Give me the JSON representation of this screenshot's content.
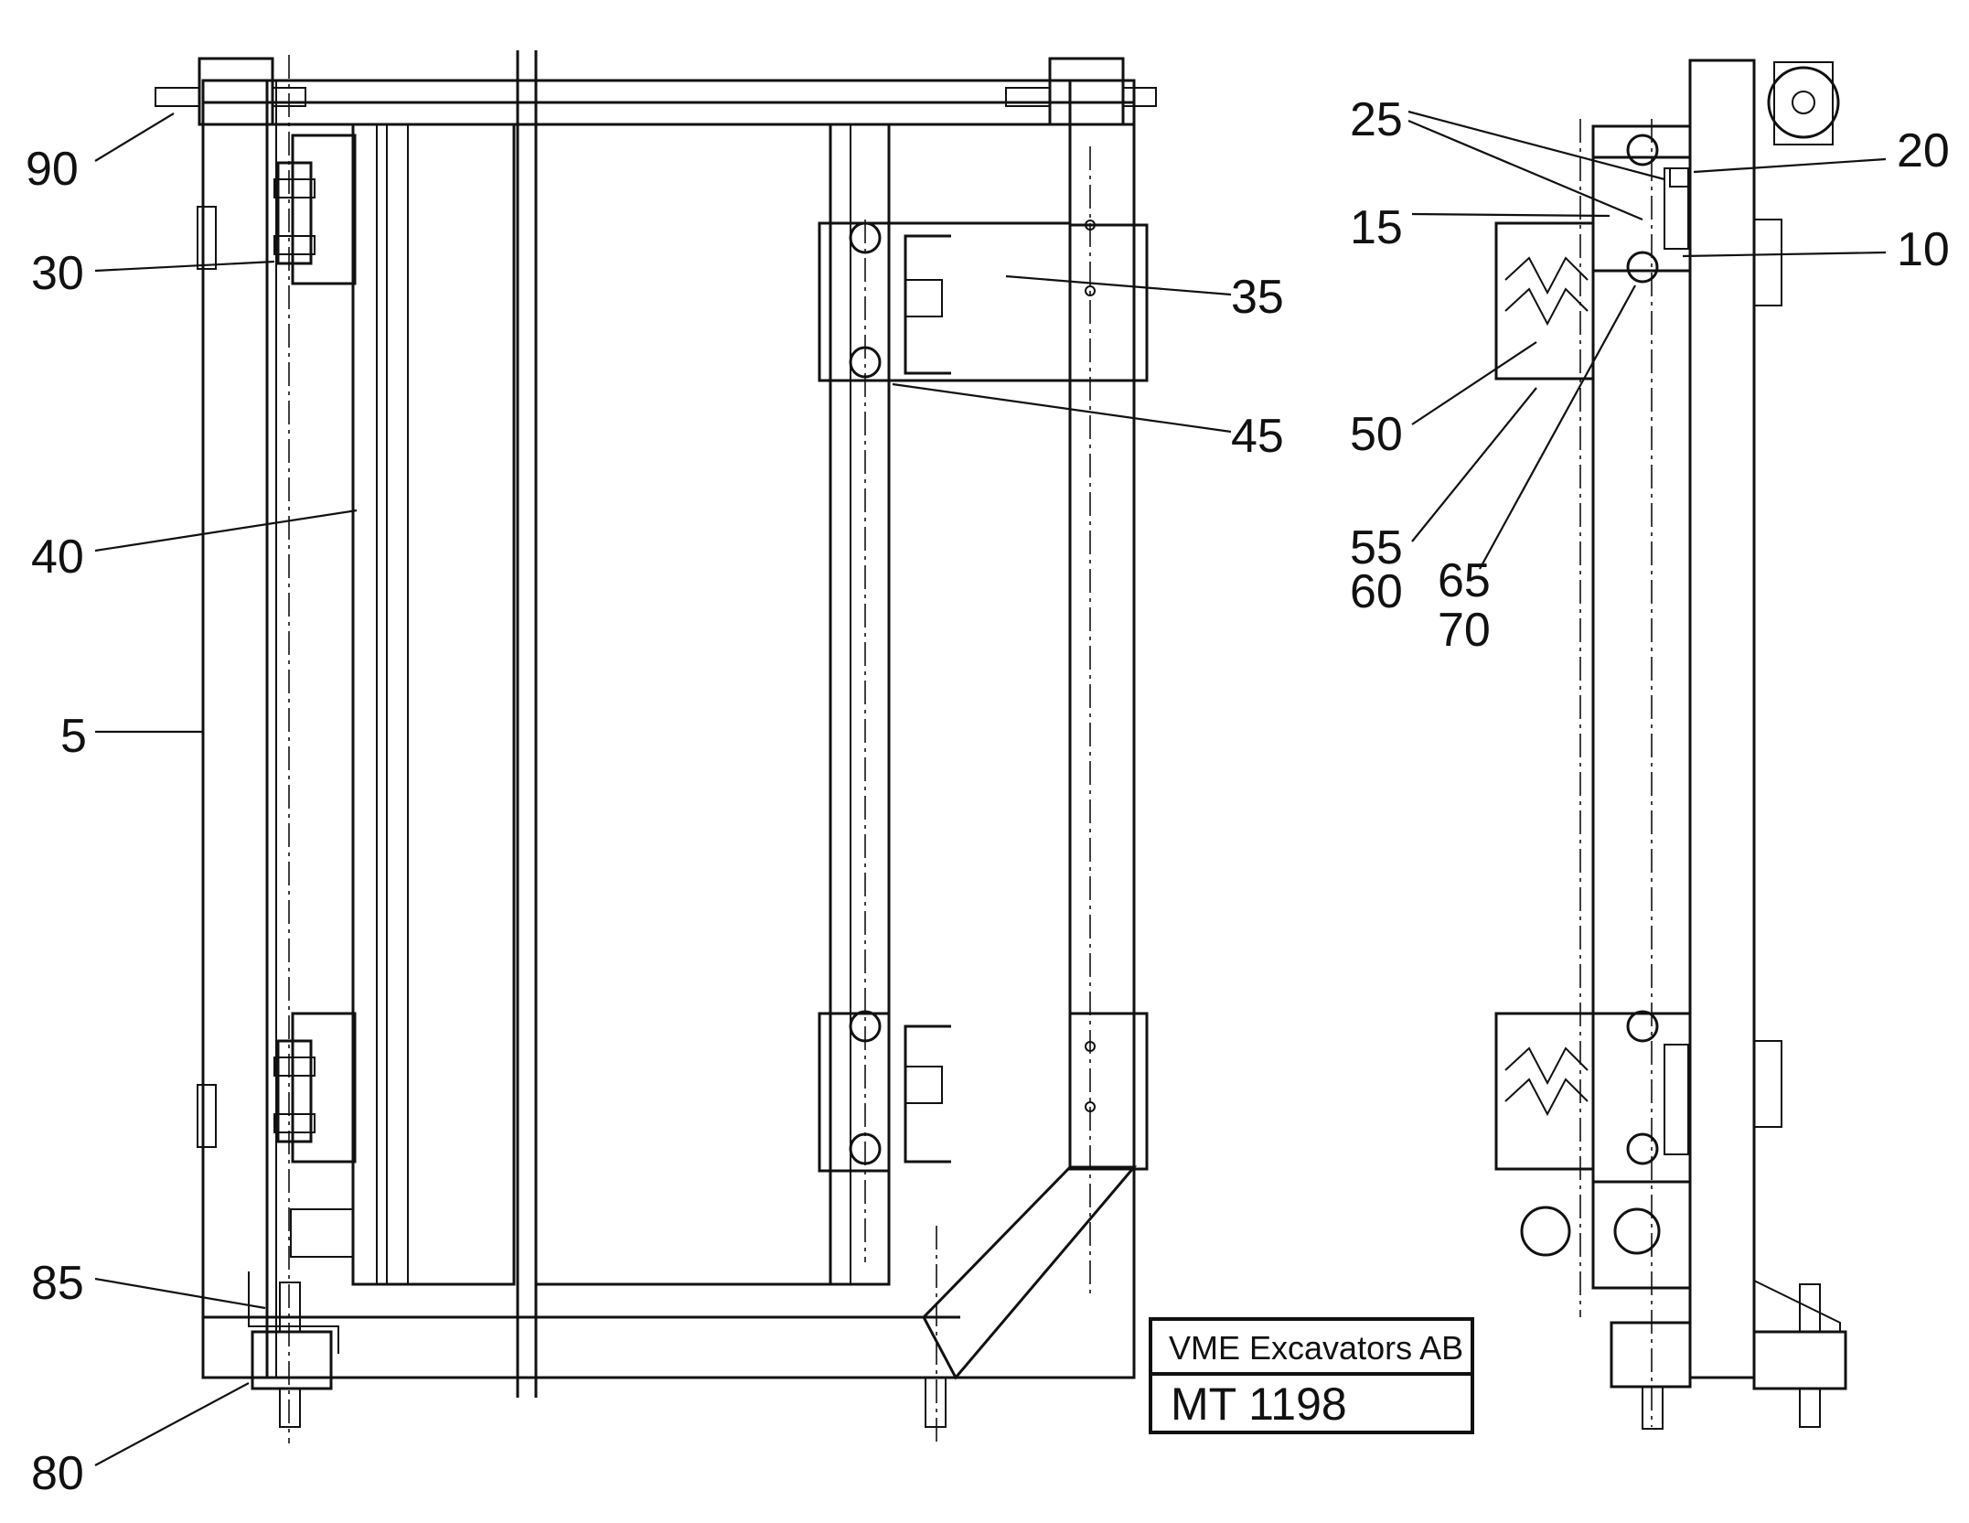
{
  "title_block": {
    "company": "VME Excavators AB",
    "drawing_number": "MT 1198"
  },
  "part_labels": [
    {
      "id": "p90",
      "text": "90"
    },
    {
      "id": "p30",
      "text": "30"
    },
    {
      "id": "p40",
      "text": "40"
    },
    {
      "id": "p5",
      "text": "5"
    },
    {
      "id": "p85",
      "text": "85"
    },
    {
      "id": "p80",
      "text": "80"
    },
    {
      "id": "p35",
      "text": "35"
    },
    {
      "id": "p45",
      "text": "45"
    },
    {
      "id": "p25",
      "text": "25"
    },
    {
      "id": "p20",
      "text": "20"
    },
    {
      "id": "p15",
      "text": "15"
    },
    {
      "id": "p10",
      "text": "10"
    },
    {
      "id": "p50",
      "text": "50"
    },
    {
      "id": "p55",
      "text": "55"
    },
    {
      "id": "p60",
      "text": "60"
    },
    {
      "id": "p65",
      "text": "65"
    },
    {
      "id": "p70",
      "text": "70"
    }
  ]
}
